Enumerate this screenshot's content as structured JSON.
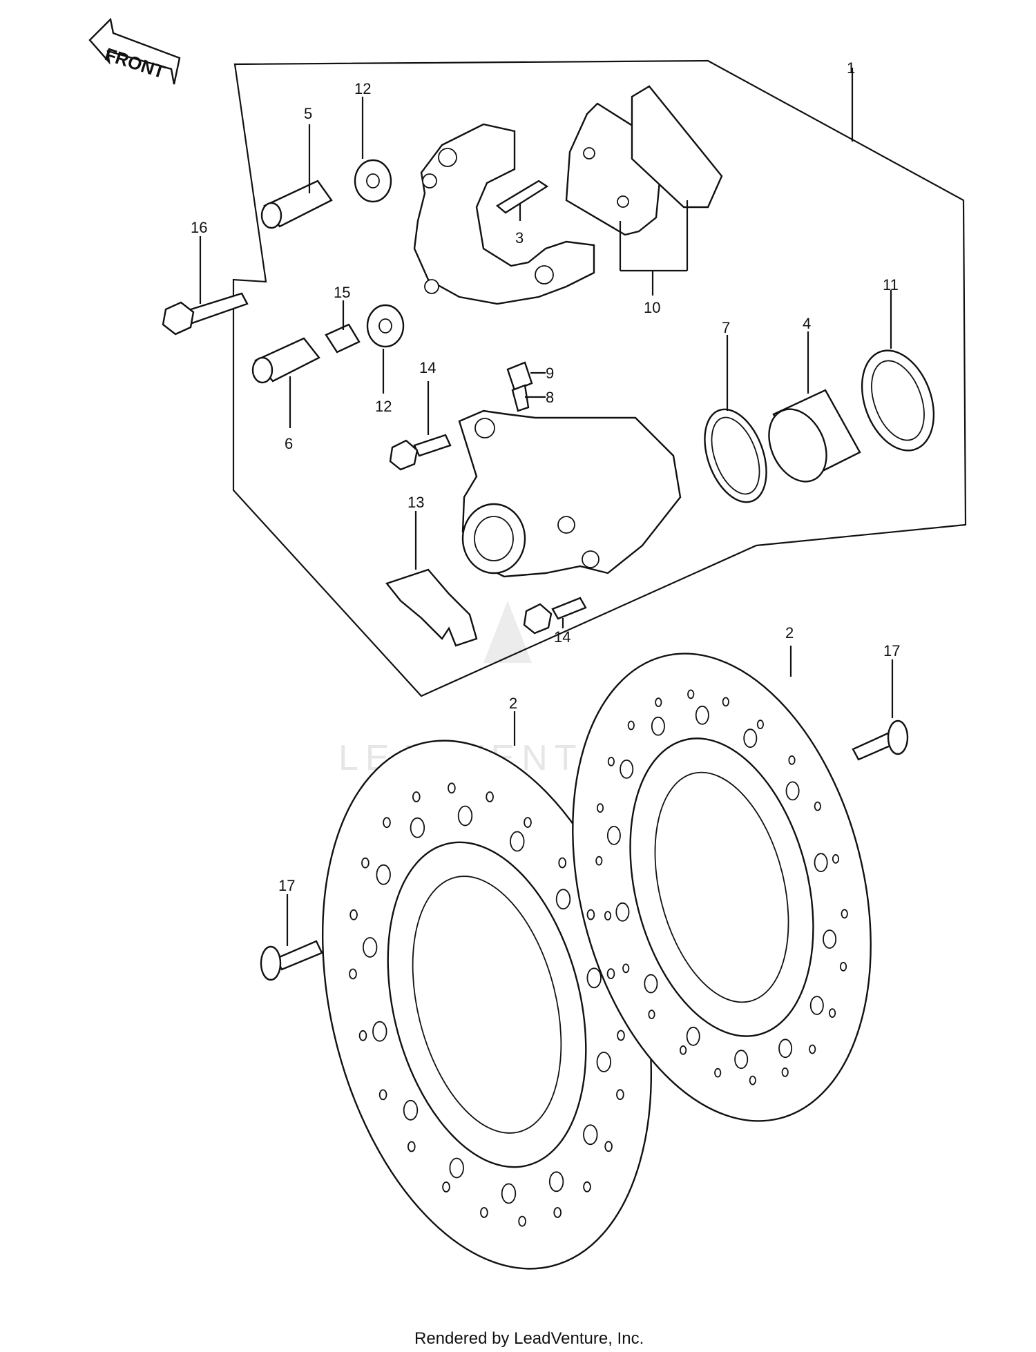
{
  "orientation_label": "FRONT",
  "watermark": "LEADVENTURE",
  "footer": "Rendered by LeadVenture, Inc.",
  "callouts": [
    {
      "id": "1"
    },
    {
      "id": "2"
    },
    {
      "id": "2"
    },
    {
      "id": "3"
    },
    {
      "id": "4"
    },
    {
      "id": "5"
    },
    {
      "id": "6"
    },
    {
      "id": "7"
    },
    {
      "id": "8"
    },
    {
      "id": "9"
    },
    {
      "id": "10"
    },
    {
      "id": "11"
    },
    {
      "id": "12"
    },
    {
      "id": "12"
    },
    {
      "id": "13"
    },
    {
      "id": "14"
    },
    {
      "id": "14"
    },
    {
      "id": "15"
    },
    {
      "id": "16"
    },
    {
      "id": "17"
    },
    {
      "id": "17"
    }
  ]
}
